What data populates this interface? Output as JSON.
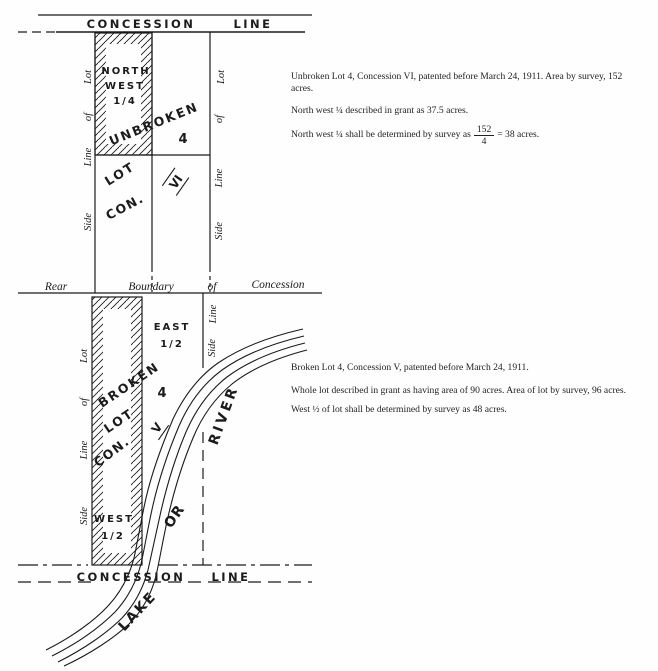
{
  "colors": {
    "ink": "#1b1b1b",
    "paper": "#fefefe"
  },
  "top_line": {
    "concession": "CONCESSION",
    "line": "LINE"
  },
  "upper_lot": {
    "north_west": [
      "NORTH",
      "WEST",
      "1/4"
    ],
    "unbroken": "UNBROKEN",
    "number": "4",
    "lot": "LOT",
    "con": "CON.",
    "numeral": "VI",
    "side_left": [
      "Side",
      "Line",
      "of",
      "Lot"
    ],
    "side_right": [
      "Side",
      "Line",
      "of",
      "Lot"
    ]
  },
  "rear_boundary": {
    "words": [
      "Rear",
      "Boundary",
      "of",
      "Concession"
    ]
  },
  "lower_lot": {
    "east_half": [
      "EAST",
      "1/2"
    ],
    "west_half": [
      "WEST",
      "1/2"
    ],
    "broken": "BROKEN",
    "lot": "LOT",
    "con": "CON.",
    "number": "4",
    "numeral": "V",
    "side_left": [
      "Side",
      "Line",
      "of",
      "Lot"
    ],
    "side_right": [
      "Side",
      "Line"
    ],
    "river": "RIVER",
    "or": "OR",
    "lake": "LAKE"
  },
  "bottom_line": {
    "concession": "CONCESSION",
    "line": "LINE"
  },
  "annotations": {
    "upper": {
      "para1": "Unbroken Lot 4, Concession VI, patented before March 24, 1911. Area by survey, 152 acres.",
      "para2": "North west ¼ described in grant as 37.5 acres.",
      "para3_prefix": "North west ¼ shall be determined by survey as",
      "fraction": {
        "numerator": "152",
        "denominator": "4"
      },
      "para3_suffix": "= 38 acres."
    },
    "lower": {
      "para1": "Broken Lot 4, Concession V, patented before March 24, 1911.",
      "para2": "Whole lot described in grant as having area of 90 acres. Area of lot by survey, 96 acres.",
      "para3": "West ½ of lot shall be determined by survey as 48 acres."
    }
  }
}
